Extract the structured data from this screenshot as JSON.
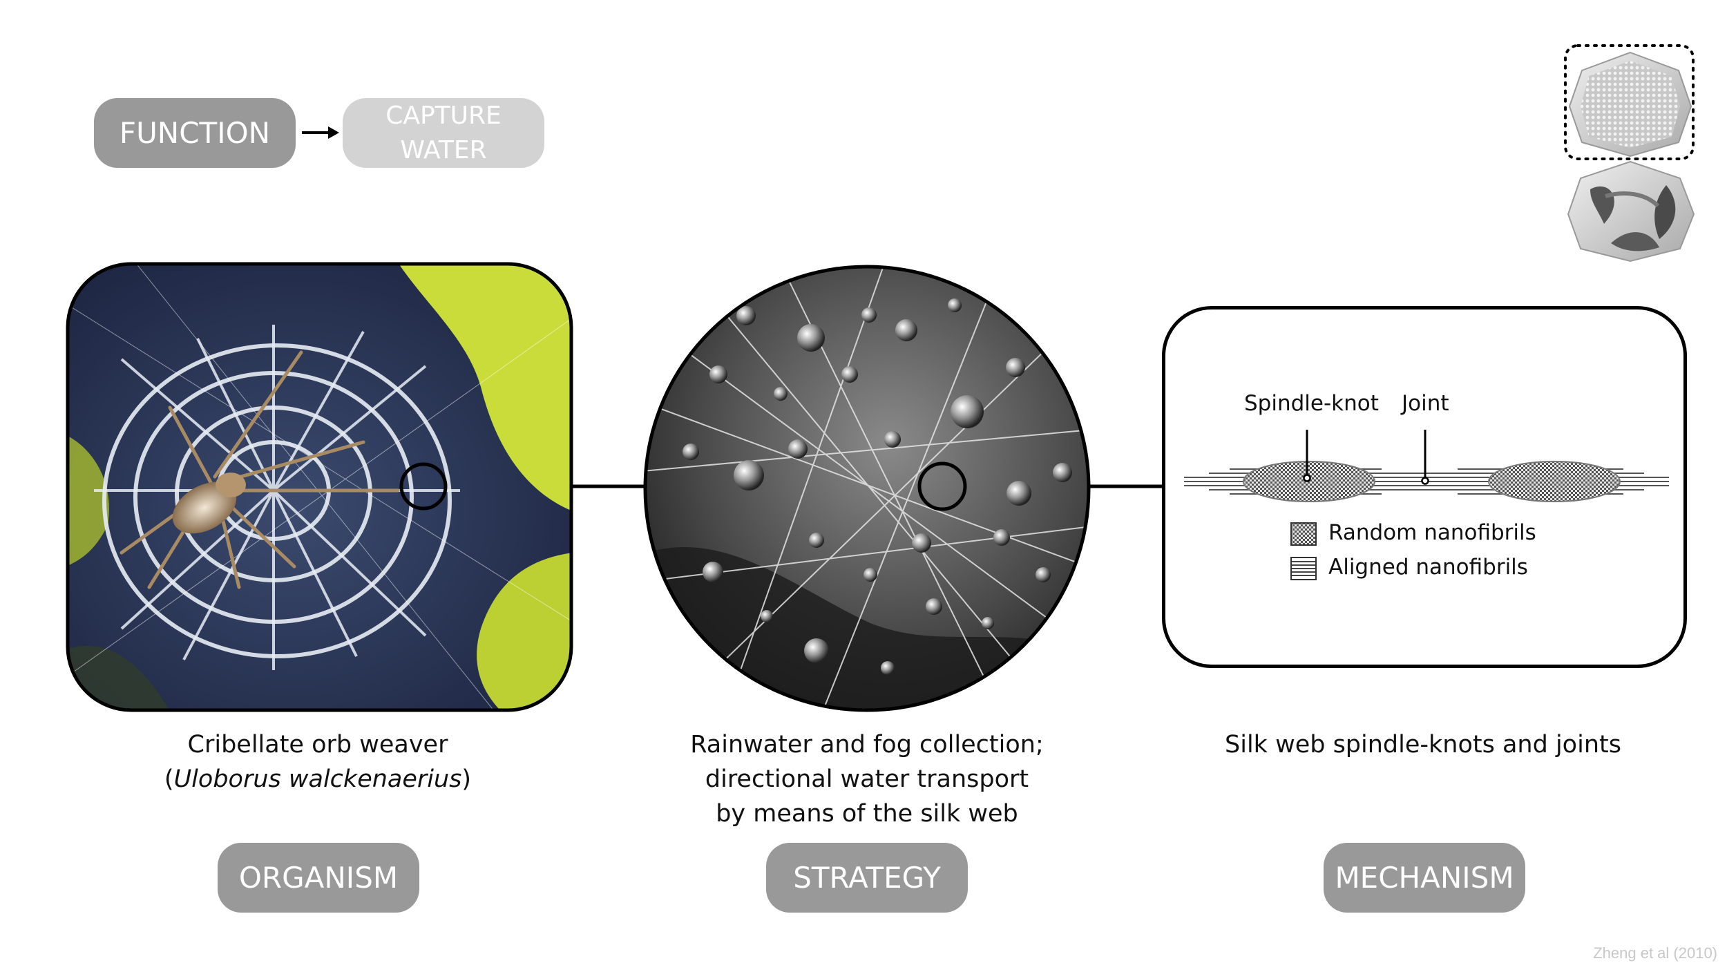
{
  "function_label": "FUNCTION",
  "capture_label": [
    "CAPTURE",
    "WATER"
  ],
  "organism_caption": [
    "Cribellate orb weaver",
    "(",
    "Uloborus walckenaerius",
    ")"
  ],
  "strategy_caption": [
    "Rainwater and fog collection;",
    "directional water transport",
    "by means of the silk web"
  ],
  "mechanism_caption": "Silk web spindle-knots and joints",
  "categories": {
    "organism": "ORGANISM",
    "strategy": "STRATEGY",
    "mechanism": "MECHANISM"
  },
  "diagram": {
    "spindle_knot_label": "Spindle-knot",
    "joint_label": "Joint",
    "legend": [
      "Random nanofibrils",
      "Aligned nanofibrils"
    ]
  },
  "credit": "Zheng et al (2010)",
  "colors": {
    "pill_dark": "#999999",
    "pill_light": "#d3d3d3",
    "leaf_green": "#c9dc3a",
    "background_blue": "#2a3556"
  }
}
